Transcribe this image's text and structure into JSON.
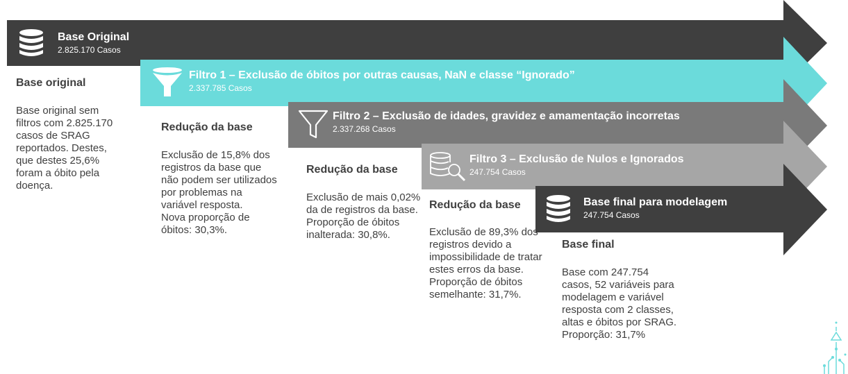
{
  "stages": [
    {
      "title": "Base Original",
      "subtitle": "2.825.170 Casos",
      "color": "#3f3f3f",
      "icon": "database-icon",
      "heading": "Base original",
      "description": [
        "Base original sem filtros com 2.825.170 casos de SRAG reportados. Destes, que destes 25,6% foram a óbito pela doença."
      ]
    },
    {
      "title": "Filtro 1 – Exclusão de óbitos por outras causas, NaN e classe “Ignorado”",
      "subtitle": "2.337.785 Casos",
      "color": "#6bdbdb",
      "icon": "filter-icon",
      "heading": "Redução da base",
      "description": [
        "Exclusão de 15,8% dos registros da base que não podem ser utilizados por problemas na variável resposta.",
        "Nova proporção de óbitos: 30,3%."
      ]
    },
    {
      "title": "Filtro 2 – Exclusão de idades, gravidez e amamentação incorretas",
      "subtitle": "2.337.268 Casos",
      "color": "#7a7a7a",
      "icon": "filter-outline-icon",
      "heading": "Redução da base",
      "description": [
        "Exclusão de mais 0,02% da de registros da base. Proporção de óbitos inalterada: 30,8%."
      ]
    },
    {
      "title": "Filtro 3 – Exclusão de Nulos e Ignorados",
      "subtitle": "247.754 Casos",
      "color": "#a6a6a6",
      "icon": "database-search-icon",
      "heading": "Redução da base",
      "description": [
        "Exclusão de 89,3% dos registros devido a impossibilidade de tratar estes erros da base. Proporção de óbitos semelhante: 31,7%."
      ]
    },
    {
      "title": "Base final para modelagem",
      "subtitle": "247.754 Casos",
      "color": "#3f3f3f",
      "icon": "database-icon",
      "heading": "Base final",
      "description": [
        "Base com 247.754 casos, 52 variáveis para modelagem e variável resposta com 2 classes, altas e óbitos por SRAG. Proporção: 31,7%"
      ]
    }
  ],
  "decoration": {
    "icon": "circuit-triangle-icon",
    "color": "#6bdbdb"
  }
}
